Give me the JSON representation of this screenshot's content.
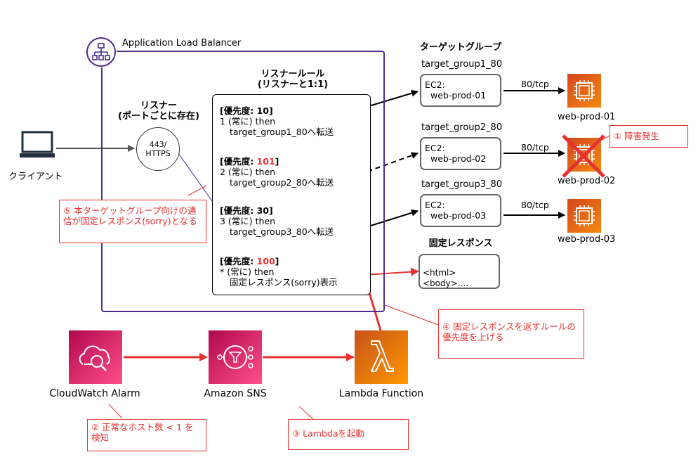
{
  "alb": {
    "title": "Application Load Balancer"
  },
  "listener_rule_heading": {
    "line1": "リスナールール",
    "line2": "(リスナーと1:1)"
  },
  "listener_heading": {
    "line1": "リスナー",
    "line2": "(ポートごとに存在)"
  },
  "listener": {
    "line1": "443/",
    "line2": "HTTPS"
  },
  "client": {
    "label": "クライアント"
  },
  "rules": [
    {
      "prefix": "[優先度: ",
      "priority": "10",
      "suffix": "]",
      "cond": "1 (常に) then",
      "action": "target_group1_80へ転送",
      "highlight": false
    },
    {
      "prefix": "[優先度: ",
      "priority": "101",
      "suffix": "]",
      "cond": "2 (常に) then",
      "action": "target_group2_80へ転送",
      "highlight": true
    },
    {
      "prefix": "[優先度: ",
      "priority": "30",
      "suffix": "]",
      "cond": "3 (常に) then",
      "action": "target_group3_80へ転送",
      "highlight": false
    },
    {
      "prefix": "[優先度: ",
      "priority": "100",
      "suffix": "]",
      "cond": "* (常に) then",
      "action": "固定レスポンス(sorry)表示",
      "highlight": true
    }
  ],
  "target_group_heading": "ターゲットグループ",
  "target_groups": [
    {
      "name": "target_group1_80",
      "ec2_label": "EC2:",
      "instance": "web-prod-01",
      "port": "80/tcp",
      "node_label": "web-prod-01"
    },
    {
      "name": "target_group2_80",
      "ec2_label": "EC2:",
      "instance": "web-prod-02",
      "port": "80/tcp",
      "node_label": "web-prod-02"
    },
    {
      "name": "target_group3_80",
      "ec2_label": "EC2:",
      "instance": "web-prod-03",
      "port": "80/tcp",
      "node_label": "web-prod-03"
    }
  ],
  "fixed_response": {
    "heading": "固定レスポンス",
    "content": "<html><body>...."
  },
  "services": {
    "cloudwatch": "CloudWatch Alarm",
    "sns": "Amazon SNS",
    "lambda": "Lambda Function"
  },
  "callouts": {
    "c1": "① 障害発生",
    "c2": "② 正常なホスト数 < 1 を検知",
    "c3": "③ Lambdaを起動",
    "c4": "④ 固定レスポンスを返すルールの優先度を上げる",
    "c5": "⑤ 本ターゲットグループ向けの通信が固定レスポンス(sorry)となる"
  },
  "colors": {
    "alb_border": "#4d2d8c",
    "accent_red": "#e5312f",
    "ec2_orange": "#ed7100",
    "cloudwatch_pink": "#c7196f",
    "lambda_orange": "#f78e04"
  }
}
